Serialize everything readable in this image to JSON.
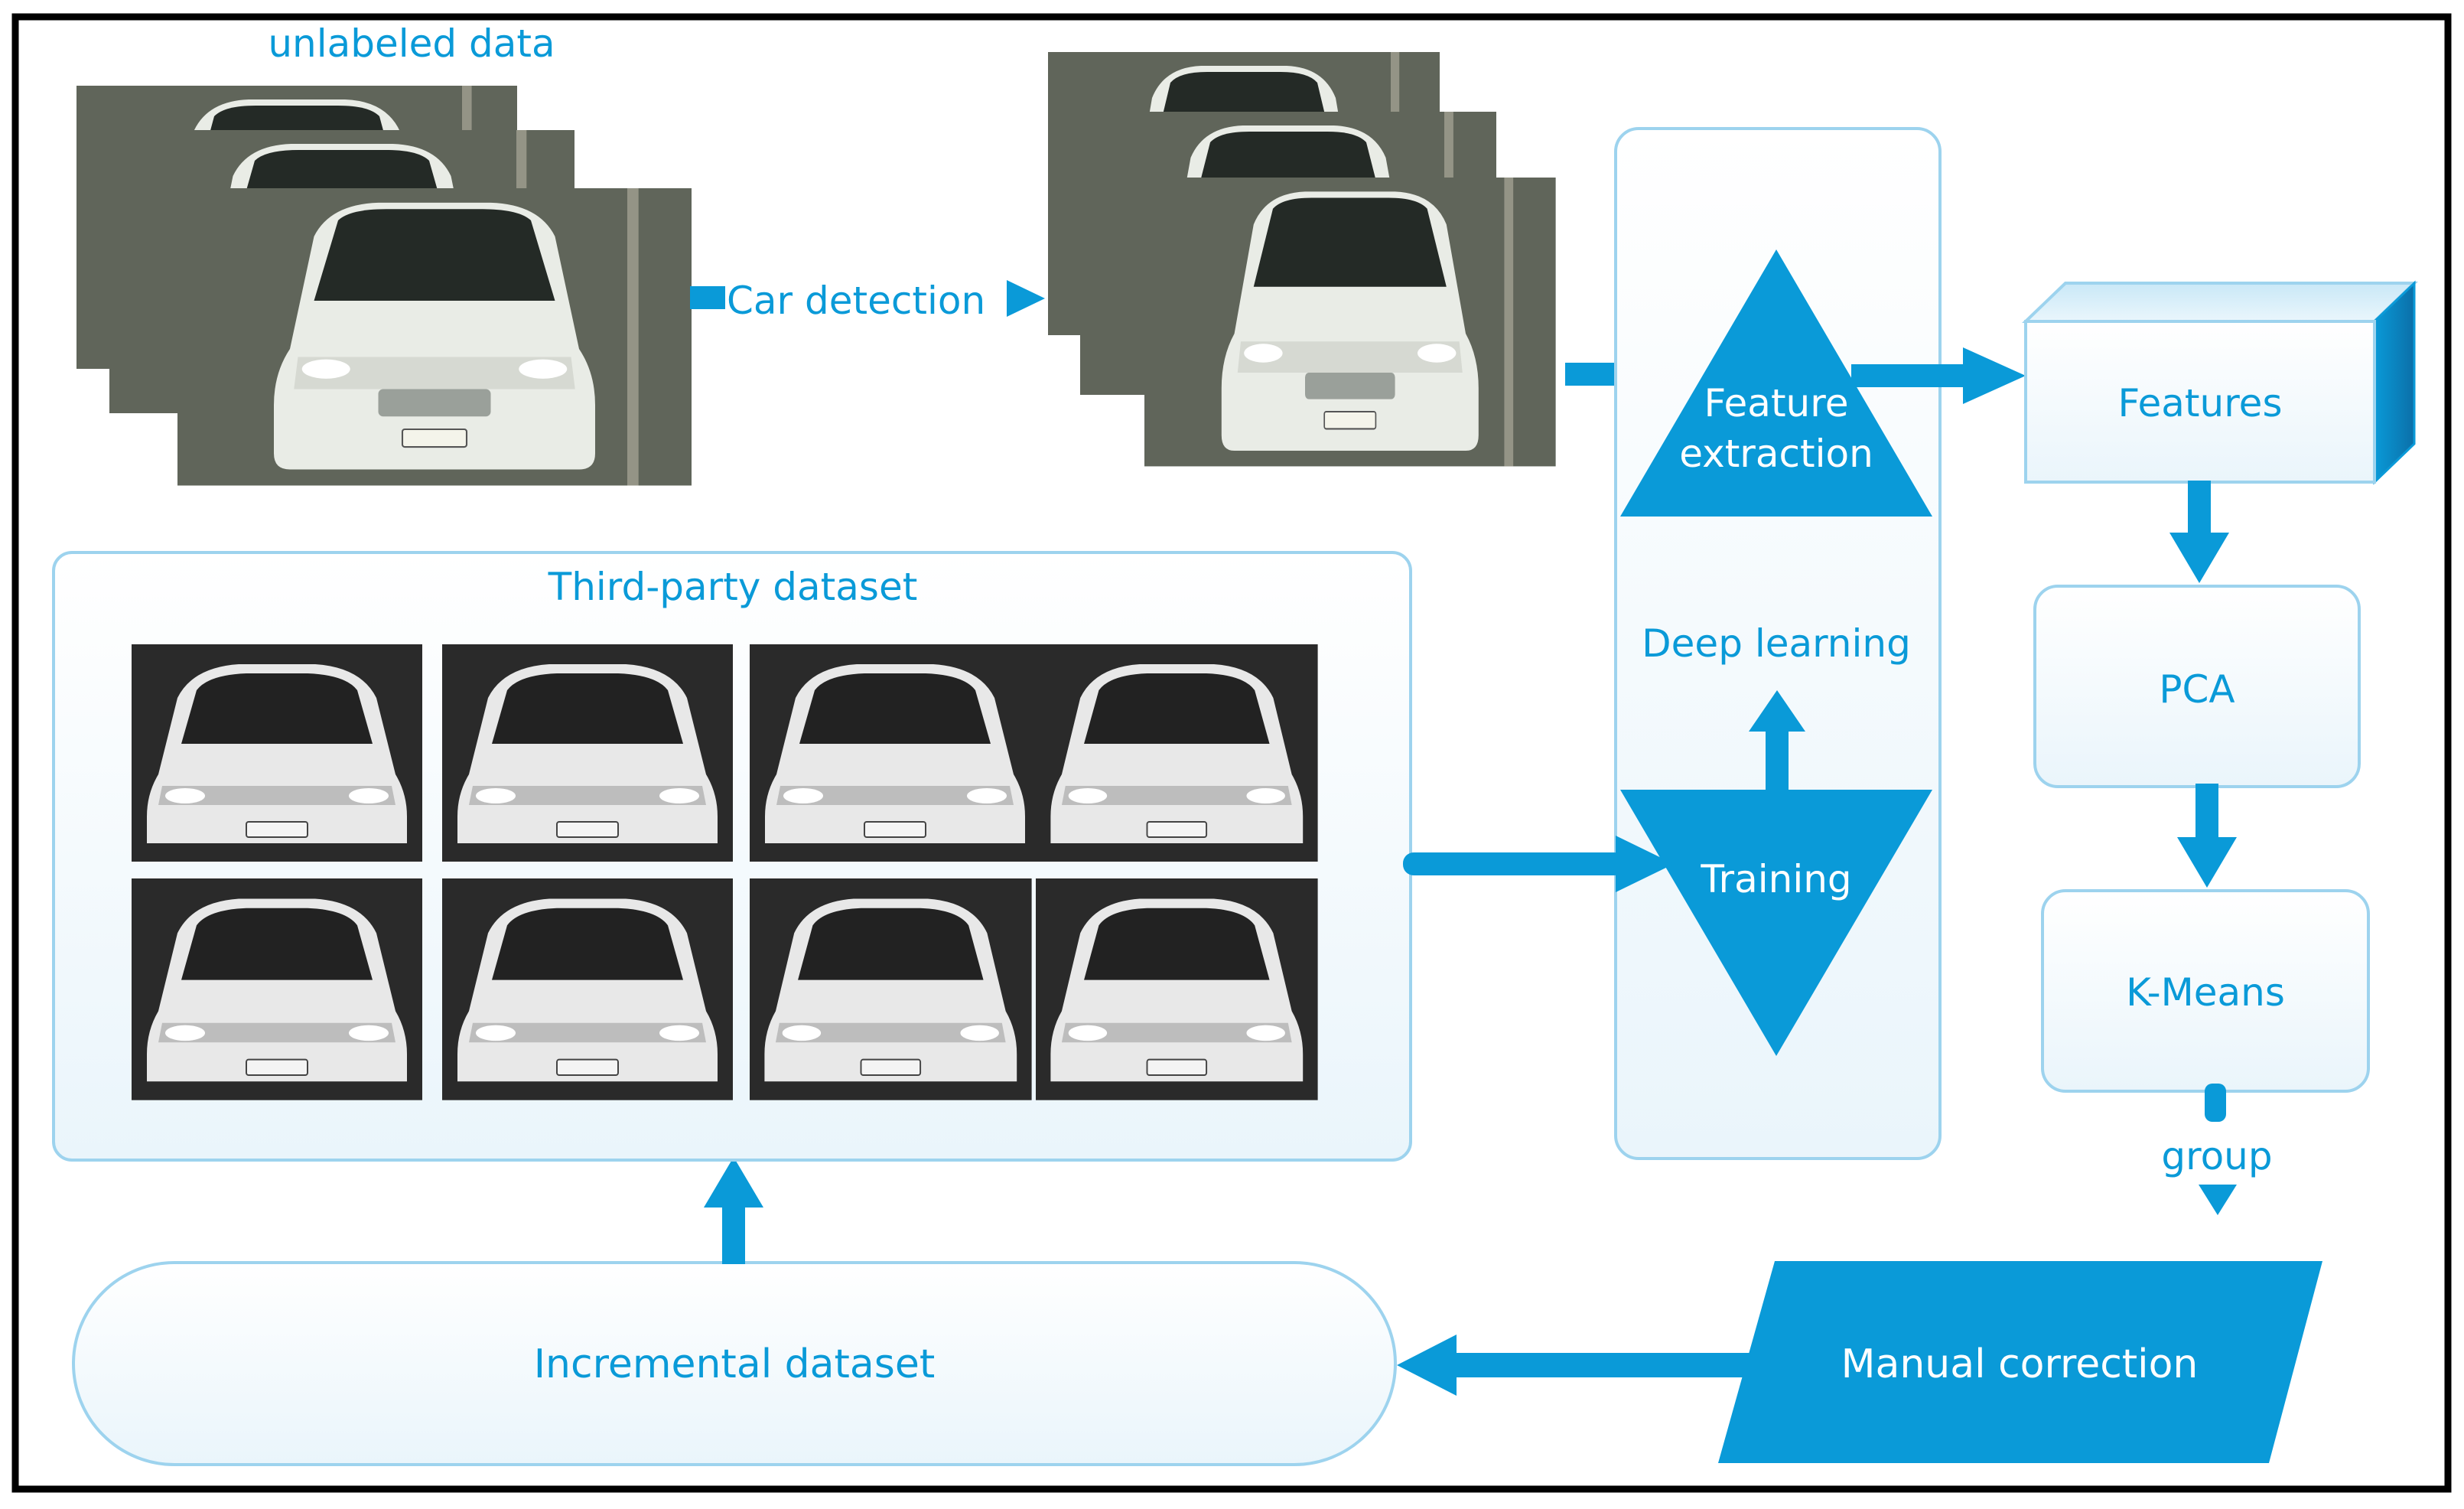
{
  "labels": {
    "unlabeled_data": "unlabeled data",
    "car_detection": "Car detection",
    "feature_extraction_line1": "Feature",
    "feature_extraction_line2": "extraction",
    "deep_learning": "Deep learning",
    "training": "Training",
    "features": "Features",
    "pca": "PCA",
    "kmeans": "K-Means",
    "group": "group",
    "third_party_dataset": "Third-party dataset",
    "incremental_dataset": "Incremental dataset",
    "manual_correction": "Manual correction"
  },
  "colors": {
    "accent": "#0a9ad8",
    "border_light": "#9dd3ee",
    "frame": "#000000",
    "photo_color_bg": "#5b6155",
    "photo_gray_bg": "#2b2b2b",
    "car_white": "#eef0ec",
    "windshield_dark": "#1e2420"
  },
  "icons": {
    "arrows": "arrow-right / arrow-down / arrow-up / arrow-left",
    "photos": "car-photo"
  }
}
